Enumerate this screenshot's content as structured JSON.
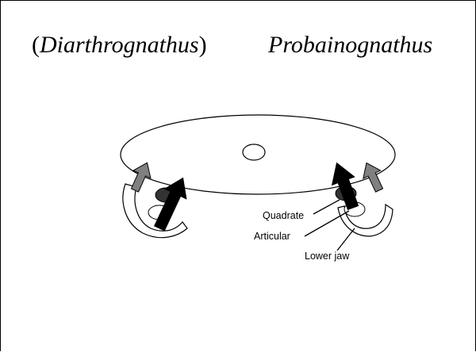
{
  "titles": {
    "left_open": "(",
    "left_genus": "Diarthrognathus",
    "left_close": ")",
    "right": "Probainognathus"
  },
  "labels": {
    "quadrate": "Quadrate",
    "articular": "Articular",
    "lower_jaw": "Lower jaw"
  },
  "colors": {
    "background": "#ffffff",
    "outline": "#000000",
    "gray_arrow": "#808080",
    "black_arrow": "#000000",
    "bone_fill": "#333333"
  },
  "icons": [
    "gray-arrow-icon",
    "black-arrow-icon"
  ]
}
